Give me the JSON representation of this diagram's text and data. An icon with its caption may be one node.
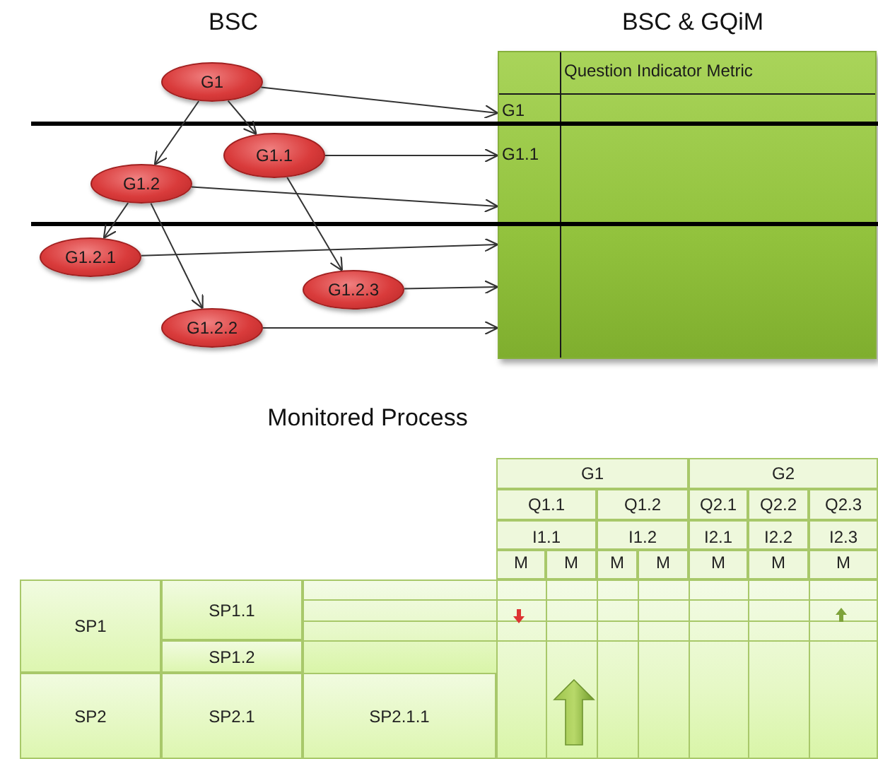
{
  "diagram": {
    "nodes": [
      {
        "text": [
          "G1"
        ]
      },
      {
        "text": [
          "G1.1"
        ]
      },
      {
        "text": [
          "G1.2"
        ]
      },
      {
        "text": [
          "G1.2.1"
        ]
      },
      {
        "text": [
          "G1.2.3"
        ]
      },
      {
        "text": [
          "G1.2.2"
        ]
      },
      {
        "text": [],
        "shape": "box"
      },
      {
        "text": [
          "Question Indicator Metric"
        ],
        "in": 6
      },
      {
        "text": [
          "G1"
        ],
        "in": 6
      },
      {
        "text": [
          "G1.1"
        ],
        "in": 6
      }
    ],
    "edges": [
      {
        "from": 0,
        "to": 1,
        "arrow": "to"
      },
      {
        "from": 0,
        "to": 2,
        "arrow": "to"
      },
      {
        "from": 2,
        "to": 3,
        "arrow": "to"
      },
      {
        "from": 2,
        "to": 5,
        "arrow": "to"
      },
      {
        "from": 1,
        "to": 4,
        "arrow": "to"
      },
      {
        "from": 0,
        "to": 8,
        "arrow": "to"
      },
      {
        "from": 1,
        "to": 9,
        "arrow": "to"
      },
      {
        "from": 2,
        "to": 6,
        "arrow": "to"
      },
      {
        "from": 3,
        "to": 6,
        "arrow": "to"
      },
      {
        "from": 4,
        "to": 6,
        "arrow": "to"
      },
      {
        "from": 5,
        "to": 6,
        "arrow": "to"
      }
    ],
    "labels": [
      "BSC",
      "BSC & GQiM",
      "Monitored Process",
      "G1",
      "G2",
      "Q1.1",
      "Q1.2",
      "Q2.1",
      "Q2.2",
      "Q2.3",
      "I1.1",
      "I1.2",
      "I2.1",
      "I2.2",
      "I2.3",
      "M",
      "M",
      "M",
      "M",
      "M",
      "M",
      "M",
      "SP1",
      "SP1.1",
      "SP1.2",
      "SP2",
      "SP2.1",
      "SP2.1.1"
    ]
  }
}
